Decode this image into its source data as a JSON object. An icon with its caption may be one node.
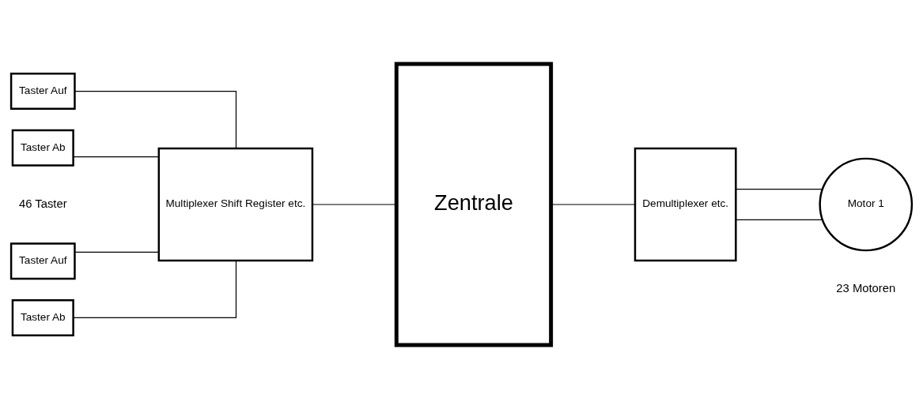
{
  "diagram": {
    "nodes": [
      {
        "text": [
          "Taster Auf"
        ]
      },
      {
        "text": [
          "Taster Ab"
        ]
      },
      {
        "text": [
          "Taster Auf"
        ]
      },
      {
        "text": [
          "Taster Ab"
        ]
      },
      {
        "text": [
          "Multiplexer Shift Register etc."
        ]
      },
      {
        "text": [
          "Zentrale"
        ]
      },
      {
        "text": [
          "Demultiplexer etc."
        ]
      },
      {
        "text": [
          "Motor 1"
        ]
      }
    ],
    "edges": [
      {
        "from": 0,
        "to": 4,
        "arrow": "none"
      },
      {
        "from": 1,
        "to": 4,
        "arrow": "none"
      },
      {
        "from": 2,
        "to": 4,
        "arrow": "none"
      },
      {
        "from": 3,
        "to": 4,
        "arrow": "none"
      },
      {
        "from": 4,
        "to": 5,
        "arrow": "none"
      },
      {
        "from": 5,
        "to": 6,
        "arrow": "none"
      },
      {
        "from": 6,
        "to": 7,
        "arrow": "none"
      },
      {
        "from": 6,
        "to": 7,
        "arrow": "none"
      }
    ],
    "labels": [
      "46 Taster",
      "23 Motoren"
    ]
  }
}
